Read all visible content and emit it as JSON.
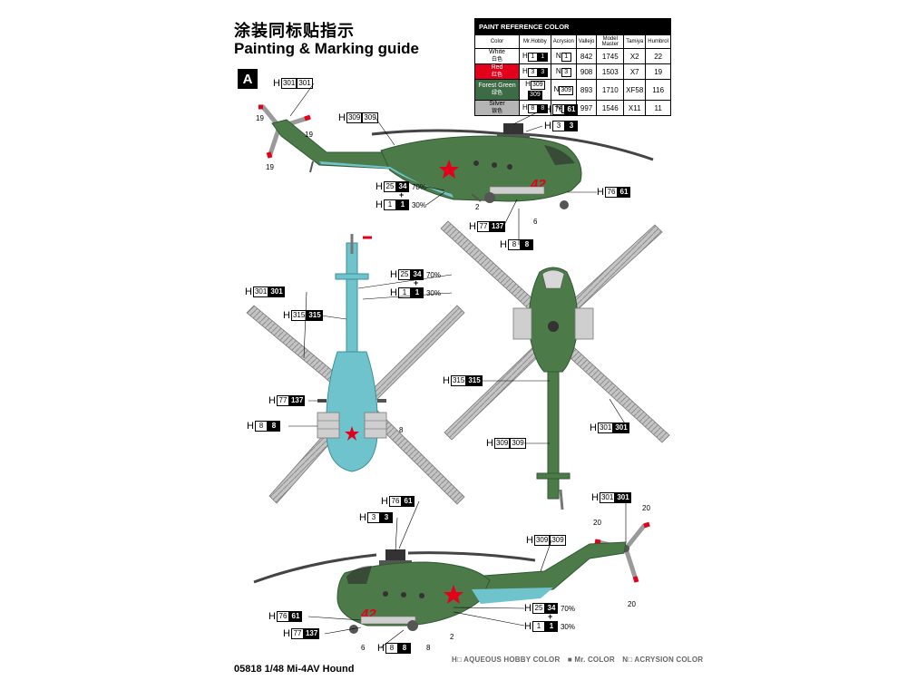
{
  "header": {
    "title_cn": "涂装同标贴指示",
    "title_en": "Painting & Marking guide",
    "sheet_label": "A"
  },
  "paint_table": {
    "caption": "PAINT REFERENCE COLOR",
    "columns": [
      "Color",
      "Mr.Hobby",
      "Acrysion",
      "Vallejo",
      "Model Master",
      "Tamiya",
      "Humbrol"
    ],
    "rows": [
      {
        "name": "White",
        "name_cn": "白色",
        "swatch": "#ffffff",
        "text_color": "#000000",
        "h1": "1",
        "h2": "1",
        "n1": "N",
        "n2": "1",
        "vallejo": "842",
        "model_master": "1745",
        "tamiya": "X2",
        "humbrol": "22"
      },
      {
        "name": "Red",
        "name_cn": "红色",
        "swatch": "#e3001b",
        "text_color": "#ffffff",
        "h1": "3",
        "h2": "3",
        "n1": "N",
        "n2": "3",
        "vallejo": "908",
        "model_master": "1503",
        "tamiya": "X7",
        "humbrol": "19"
      },
      {
        "name": "Forest Green",
        "name_cn": "绿色",
        "swatch": "#3d6b46",
        "text_color": "#ffffff",
        "h1": "309",
        "h2": "309",
        "n1": "N",
        "n2": "309",
        "vallejo": "893",
        "model_master": "1710",
        "tamiya": "XF58",
        "humbrol": "116"
      },
      {
        "name": "Silver",
        "name_cn": "银色",
        "swatch": "#b5b5b5",
        "text_color": "#000000",
        "h1": "8",
        "h2": "8",
        "n1": "N",
        "n2": "8",
        "vallejo": "997",
        "model_master": "1546",
        "tamiya": "X11",
        "humbrol": "11"
      }
    ],
    "h_prefix": "H"
  },
  "callouts": {
    "c1": {
      "h": "H",
      "a": "301",
      "b": "301"
    },
    "c2": {
      "h": "H",
      "a": "309",
      "b": "309"
    },
    "c3": {
      "h": "H",
      "a": "76",
      "b": "61"
    },
    "c4": {
      "h": "H",
      "a": "3",
      "b": "3"
    },
    "c5": {
      "h": "H",
      "a": "25",
      "b": "34",
      "pct": "70%"
    },
    "c6": {
      "h": "H",
      "a": "1",
      "b": "1",
      "pct": "30%"
    },
    "c7": {
      "h": "H",
      "a": "76",
      "b": "61"
    },
    "c8": {
      "h": "H",
      "a": "77",
      "b": "137"
    },
    "c9": {
      "h": "H",
      "a": "8",
      "b": "8"
    },
    "c10": {
      "h": "H",
      "a": "25",
      "b": "34",
      "pct": "70%"
    },
    "c11": {
      "h": "H",
      "a": "1",
      "b": "1",
      "pct": "30%"
    },
    "c12": {
      "h": "H",
      "a": "301",
      "b": "301"
    },
    "c13": {
      "h": "H",
      "a": "315",
      "b": "315"
    },
    "c14": {
      "h": "H",
      "a": "77",
      "b": "137"
    },
    "c15": {
      "h": "H",
      "a": "8",
      "b": "8"
    },
    "c16": {
      "h": "H",
      "a": "315",
      "b": "315"
    },
    "c17": {
      "h": "H",
      "a": "301",
      "b": "301"
    },
    "c18": {
      "h": "H",
      "a": "309",
      "b": "309"
    },
    "c19": {
      "h": "H",
      "a": "76",
      "b": "61"
    },
    "c20": {
      "h": "H",
      "a": "3",
      "b": "3"
    },
    "c21": {
      "h": "H",
      "a": "301",
      "b": "301"
    },
    "c22": {
      "h": "H",
      "a": "309",
      "b": "309"
    },
    "c23": {
      "h": "H",
      "a": "25",
      "b": "34",
      "pct": "70%"
    },
    "c24": {
      "h": "H",
      "a": "1",
      "b": "1",
      "pct": "30%"
    },
    "c25": {
      "h": "H",
      "a": "76",
      "b": "61"
    },
    "c26": {
      "h": "H",
      "a": "77",
      "b": "137"
    },
    "c27": {
      "h": "H",
      "a": "8",
      "b": "8"
    }
  },
  "plus_sign": "+",
  "part_numbers": {
    "n19a": "19",
    "n19b": "19",
    "n19c": "19",
    "n2a": "2",
    "n6a": "6",
    "n8a": "8",
    "n20a": "20",
    "n20b": "20",
    "n20c": "20",
    "n2b": "2",
    "n6b": "6",
    "n8b": "8",
    "n42": "42"
  },
  "legend": {
    "h": "H□ AQUEOUS HOBBY COLOR",
    "m": "■ Mr. COLOR",
    "n": "N□ ACRYSION COLOR"
  },
  "footer": {
    "text": "05818 1/48  Mi-4AV Hound"
  },
  "colors": {
    "green": "#4c7a48",
    "green_dark": "#2f5a33",
    "blue": "#6fc3cc",
    "red": "#e3001b",
    "rotor": "#b9b9b9"
  }
}
